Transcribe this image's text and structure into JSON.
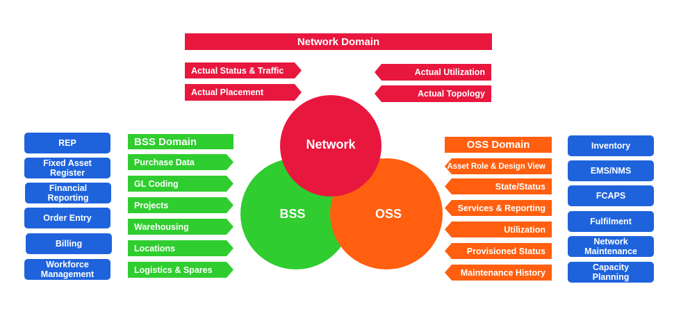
{
  "network": {
    "title": "Network Domain",
    "left_items": [
      "Actual Status & Traffic",
      "Actual Placement"
    ],
    "right_items": [
      "Actual Utilization",
      "Actual Topology"
    ]
  },
  "circles": {
    "network": "Network",
    "bss": "BSS",
    "oss": "OSS"
  },
  "bss": {
    "title": "BSS Domain",
    "items": [
      "Purchase Data",
      "GL Coding",
      "Projects",
      "Warehousing",
      "Locations",
      "Logistics & Spares"
    ]
  },
  "oss": {
    "title": "OSS Domain",
    "items": [
      "Asset Role & Design View",
      "State/Status",
      "Services & Reporting",
      "Utilization",
      "Provisioned Status",
      "Maintenance History"
    ]
  },
  "left_boxes": [
    "REP",
    "Fixed Asset\nRegister",
    "Financial\nReporting",
    "Order Entry",
    "Billing",
    "Workforce\nManagement"
  ],
  "right_boxes": [
    "Inventory",
    "EMS/NMS",
    "FCAPS",
    "Fulfilment",
    "Network\nMaintenance",
    "Capacity\nPlanning"
  ],
  "colors": {
    "network": "#e8173e",
    "bss": "#2fcd2f",
    "oss": "#ff5f0f",
    "systems": "#1e63dc"
  }
}
